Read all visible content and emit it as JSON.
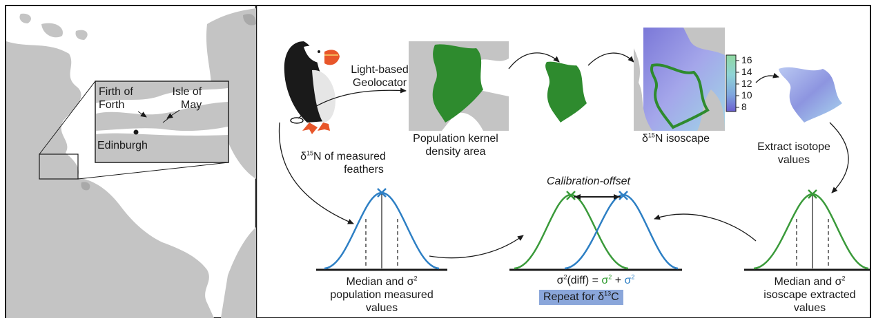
{
  "map_panel": {
    "inset": {
      "firth_of_forth_line1": "Firth of",
      "firth_of_forth_line2": "Forth",
      "isle_of_may_line1": "Isle of",
      "isle_of_may_line2": "May",
      "edinburgh": "Edinburgh"
    }
  },
  "flow": {
    "geolocator_line1": "Light-based",
    "geolocator_line2": "Geolocator",
    "kernel_line1": "Population kernel",
    "kernel_line2": "density area",
    "isoscape_delta": "δ",
    "isoscape_sup": "15",
    "isoscape_rest": "N  isoscape",
    "extract_line1": "Extract isotope",
    "extract_line2": "values",
    "feathers_delta": "δ",
    "feathers_sup": "15",
    "feathers_rest": "N  of measured",
    "feathers_line2": "feathers",
    "colorbar_ticks": [
      "16",
      "14",
      "12",
      "10",
      "8"
    ],
    "calibration_offset": "Calibration-offset",
    "left_caption_line1_a": "Median and σ",
    "left_caption_line1_sup": "2",
    "left_caption_line2": "population measured",
    "left_caption_line3": "values",
    "right_caption_line1_a": "Median and σ",
    "right_caption_line1_sup": "2",
    "right_caption_line2": "isoscape extracted",
    "right_caption_line3": "values",
    "formula_prefix": "σ",
    "formula_prefix_sup": "2",
    "formula_mid": "(diff) = ",
    "formula_green": "σ",
    "formula_green_sup": "2",
    "formula_plus": " + ",
    "formula_blue": "σ",
    "formula_blue_sup": "2",
    "repeat_label": "Repeat for δ",
    "repeat_sup": "13",
    "repeat_tail": "C"
  },
  "colors": {
    "land": "#c4c4c4",
    "kernel_green": "#2e8b2e",
    "blue_curve": "#2d7fc4",
    "green_curve": "#3a9a3a",
    "badge": "#8aa6da",
    "isoscape_purple": "#8a86d6"
  }
}
